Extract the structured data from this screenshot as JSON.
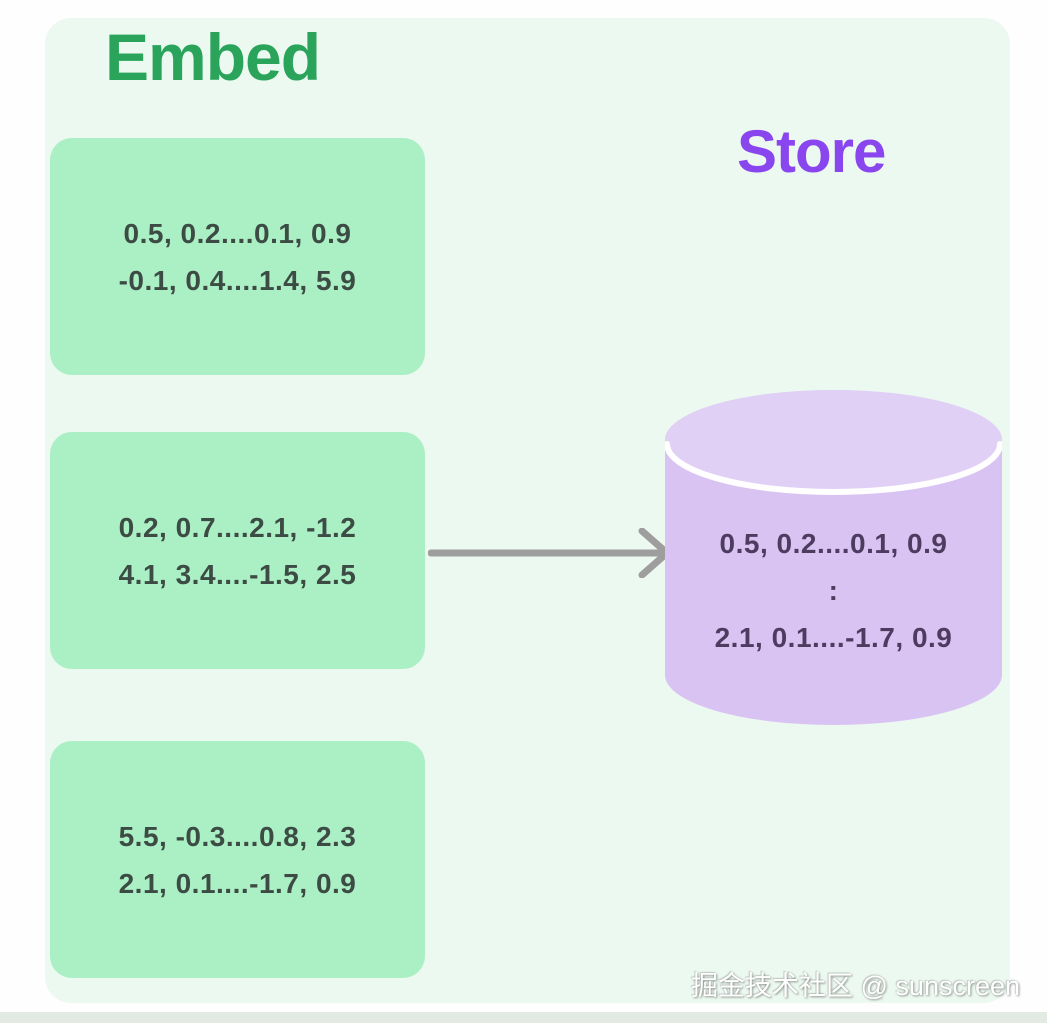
{
  "titles": {
    "embed": "Embed",
    "store": "Store"
  },
  "embed_boxes": [
    {
      "line1": "0.5, 0.2....0.1, 0.9",
      "line2": "-0.1, 0.4....1.4, 5.9"
    },
    {
      "line1": "0.2, 0.7....2.1, -1.2",
      "line2": "4.1, 3.4....-1.5, 2.5"
    },
    {
      "line1": "5.5, -0.3....0.8, 2.3",
      "line2": "2.1, 0.1....-1.7, 0.9"
    }
  ],
  "store_cylinder": {
    "line1": "0.5, 0.2....0.1, 0.9",
    "separator": ":",
    "line2": "2.1, 0.1....-1.7, 0.9"
  },
  "watermark": "掘金技术社区 @ sunscreen",
  "colors": {
    "page_background": "#fdfefd",
    "panel_background": "#ecf9f0",
    "embed_title": "#2aa45a",
    "store_title": "#8a46ee",
    "embed_box_fill": "#abefc5",
    "embed_box_text": "#3c4b43",
    "cylinder_body_fill": "#d9c3f2",
    "cylinder_top_fill": "#e1d0f6",
    "cylinder_text": "#4e3c60",
    "arrow": "#9e9e9e",
    "watermark_text": "#ffffff"
  }
}
